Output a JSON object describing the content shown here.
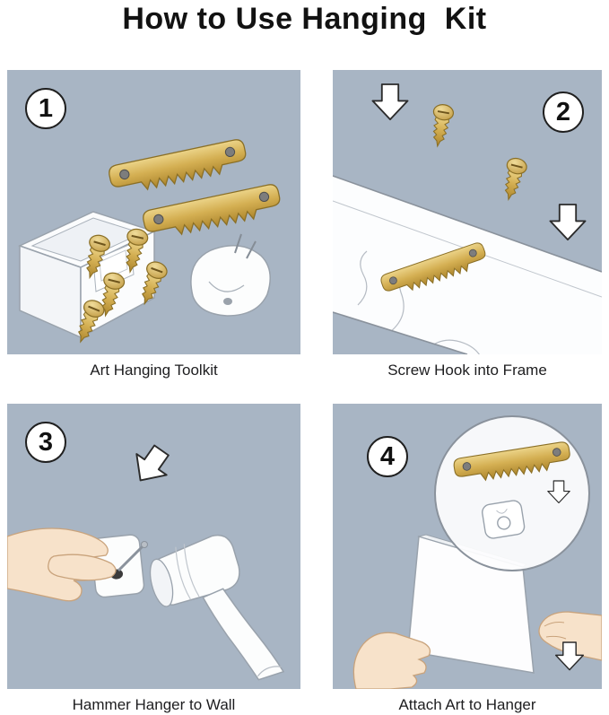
{
  "title": "How to Use Hanging  Kit",
  "panels": [
    {
      "number": "1",
      "caption": "Art Hanging Toolkit"
    },
    {
      "number": "2",
      "caption": "Screw Hook into Frame"
    },
    {
      "number": "3",
      "caption": "Hammer Hanger to Wall"
    },
    {
      "number": "4",
      "caption": "Attach Art to Hanger"
    }
  ],
  "icons": [
    "sawtooth-hanger-icon",
    "screw-icon",
    "arrow-down-icon",
    "toolkit-box-icon",
    "wall-hook-icon",
    "hammer-icon",
    "hand-icon",
    "picture-frame-icon",
    "art-canvas-icon",
    "detail-inset-circle"
  ],
  "colors": {
    "page_background": "#ffffff",
    "panel_background": "#a8b5c4",
    "brass_gold": "#d4af52",
    "line_gray": "#99a2ac",
    "skin_tone": "#f7e2ca",
    "text": "#1a1a1a"
  }
}
